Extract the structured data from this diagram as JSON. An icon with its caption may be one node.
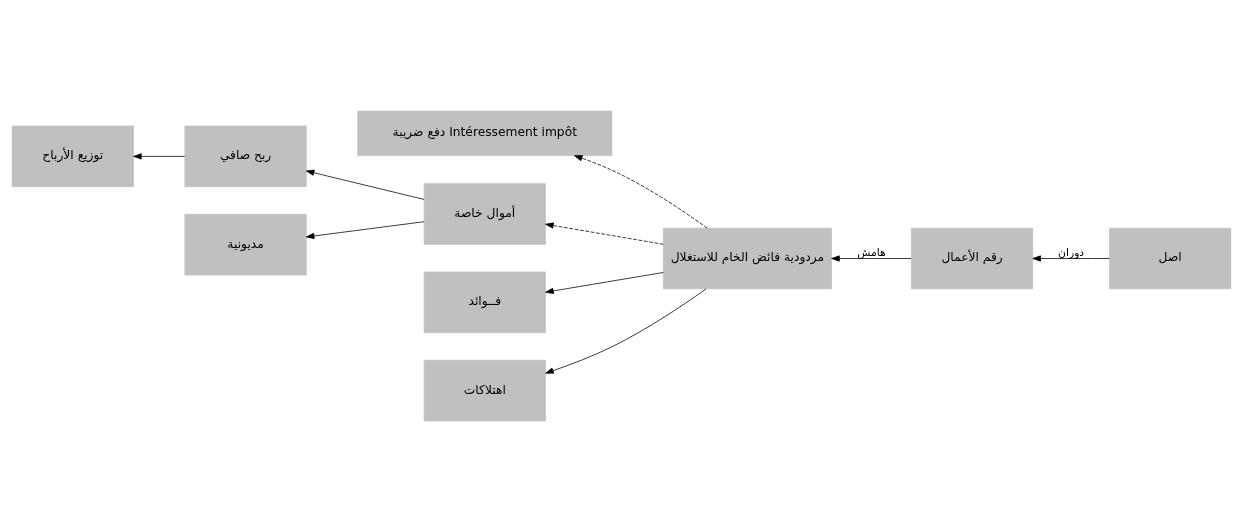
{
  "diagram": {
    "nodes": [
      {
        "text": [
          "دفع ضريبة Intéressement impôt"
        ]
      },
      {
        "text": [
          "ربح صافي"
        ]
      },
      {
        "text": [
          "توزيع الأرباح"
        ]
      },
      {
        "text": [
          "أموال خاصة"
        ]
      },
      {
        "text": [
          "مردودية فائض الخام للاستغلال"
        ]
      },
      {
        "text": [
          "رقم الأعمال"
        ]
      },
      {
        "text": [
          "اصل"
        ]
      },
      {
        "text": [
          "مديونية"
        ]
      },
      {
        "text": [
          "فــوائد"
        ]
      },
      {
        "text": [
          "اهتلاكات"
        ]
      }
    ],
    "edges": [
      {
        "from": 4,
        "to": 0,
        "arrow": "to",
        "style": "dashed"
      },
      {
        "from": 1,
        "to": 2,
        "arrow": "to"
      },
      {
        "from": 3,
        "to": 1,
        "arrow": "to"
      },
      {
        "from": 4,
        "to": 3,
        "arrow": "to",
        "style": "dashed"
      },
      {
        "from": 5,
        "to": 4,
        "arrow": "to",
        "label": "هامش"
      },
      {
        "from": 6,
        "to": 5,
        "arrow": "to",
        "label": "دوران"
      },
      {
        "from": 3,
        "to": 7,
        "arrow": "to"
      },
      {
        "from": 4,
        "to": 8,
        "arrow": "to"
      },
      {
        "from": 4,
        "to": 9,
        "arrow": "to"
      }
    ]
  }
}
